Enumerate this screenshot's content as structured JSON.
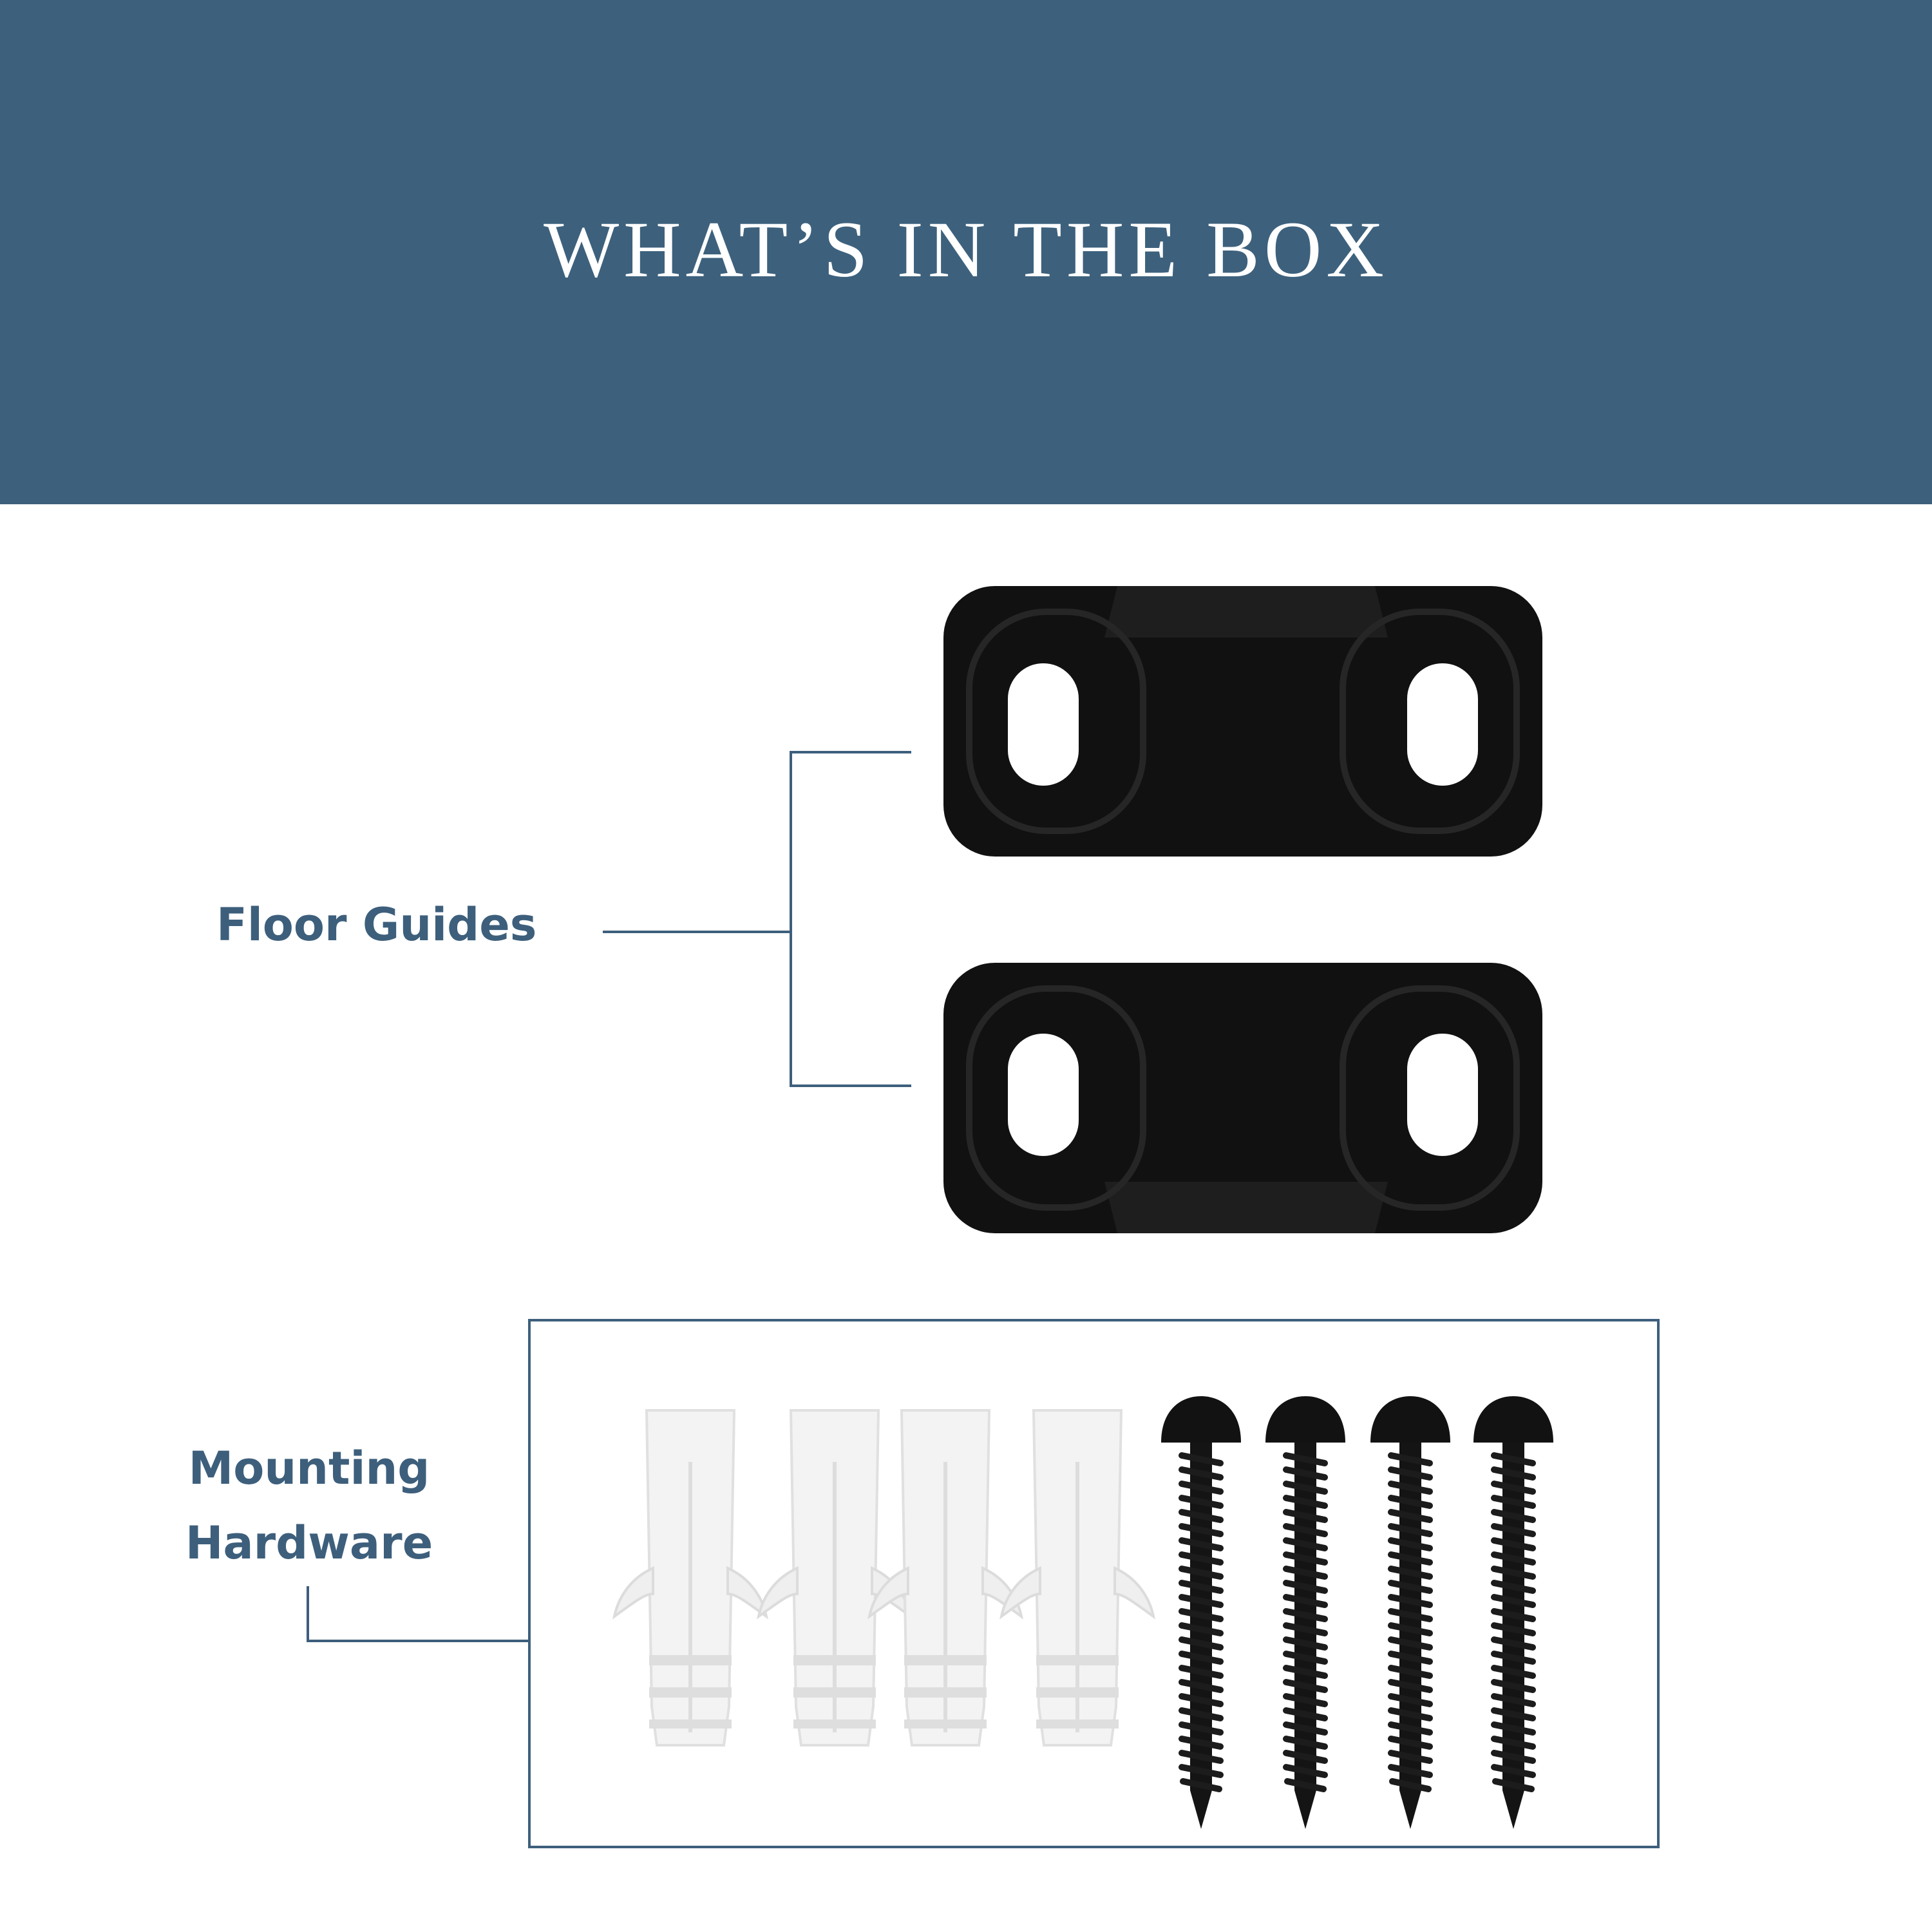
{
  "header": {
    "title": "WHAT’S IN THE BOX",
    "background_color": "#3d617d"
  },
  "items": {
    "floor_guides": {
      "label": "Floor Guides",
      "count": 2
    },
    "mounting_hardware": {
      "label_line1": "Mounting",
      "label_line2": "Hardware",
      "anchors_count": 4,
      "screws_count": 4
    }
  },
  "colors": {
    "accent": "#3d5f7c",
    "hardware": "#111111",
    "anchor": "#f3f3f3"
  }
}
